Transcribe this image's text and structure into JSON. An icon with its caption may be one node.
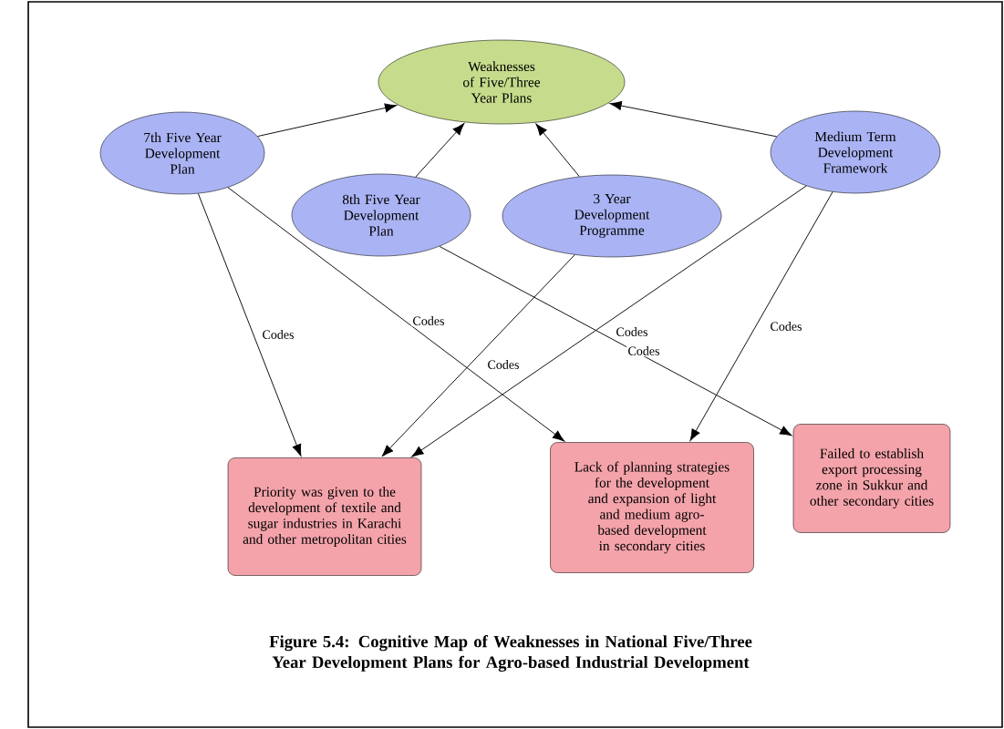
{
  "diagram": {
    "caption": "Figure 5.4: Cognitive Map of Weaknesses in National Five/Three Year Development Plans for Agro-based Industrial Development",
    "nodes": [
      {
        "text": [
          "Weaknesses of Five/Three Year Plans"
        ]
      },
      {
        "text": [
          "7th Five Year Development Plan"
        ]
      },
      {
        "text": [
          "8th Five Year Development Plan"
        ]
      },
      {
        "text": [
          "3 Year Development Programme"
        ]
      },
      {
        "text": [
          "Medium Term Development Framework"
        ]
      },
      {
        "text": [
          "Priority was given to the development of textile and sugar industries in Karachi and other metropolitan cities"
        ]
      },
      {
        "text": [
          "Lack of planning strategies for the development and expansion of light and medium agro-based development in secondary cities"
        ]
      },
      {
        "text": [
          "Failed to establish export processing zone in Sukkur and other secondary cities"
        ]
      }
    ],
    "edges": [
      {
        "from": 1,
        "to": 0,
        "arrow": "to"
      },
      {
        "from": 2,
        "to": 0,
        "arrow": "to"
      },
      {
        "from": 3,
        "to": 0,
        "arrow": "to"
      },
      {
        "from": 4,
        "to": 0,
        "arrow": "to"
      },
      {
        "from": 1,
        "to": 5,
        "arrow": "to",
        "label": "Codes"
      },
      {
        "from": 1,
        "to": 6,
        "arrow": "to",
        "label": "Codes"
      },
      {
        "from": 2,
        "to": 7,
        "arrow": "to",
        "label": "Codes"
      },
      {
        "from": 3,
        "to": 5,
        "arrow": "to",
        "label": "Codes"
      },
      {
        "from": 4,
        "to": 5,
        "arrow": "to",
        "label": "Codes"
      },
      {
        "from": 4,
        "to": 6,
        "arrow": "to",
        "label": "Codes"
      }
    ]
  }
}
